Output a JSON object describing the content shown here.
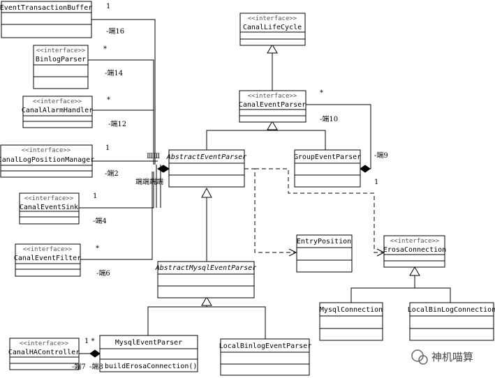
{
  "classes": {
    "event_transaction_buffer": {
      "name": "EventTransactionBuffer"
    },
    "binlog_parser": {
      "stereotype": "<<interface>>",
      "name": "BinlogParser"
    },
    "canal_alarm_handler": {
      "stereotype": "<<interface>>",
      "name": "CanalAlarmHandler"
    },
    "canal_log_position_manager": {
      "stereotype": "<<interface>>",
      "name": "CanalLogPositionManager"
    },
    "canal_event_sink": {
      "stereotype": "<<interface>>",
      "name": "CanalEventSink"
    },
    "canal_event_filter": {
      "stereotype": "<<interface>>",
      "name": "CanalEventFilter"
    },
    "canal_life_cycle": {
      "stereotype": "<<interface>>",
      "name": "CanalLifeCycle"
    },
    "canal_event_parser": {
      "stereotype": "<<interface>>",
      "name": "CanalEventParser"
    },
    "abstract_event_parser": {
      "name": "AbstractEventParser"
    },
    "group_event_parser": {
      "name": "GroupEventParser"
    },
    "entry_position": {
      "name": "EntryPosition"
    },
    "erosa_connection": {
      "stereotype": "<<interface>>",
      "name": "ErosaConnection"
    },
    "abstract_mysql_event_parser": {
      "name": "AbstractMysqlEventParser"
    },
    "mysql_connection": {
      "name": "MysqlConnection"
    },
    "local_binlog_connection": {
      "name": "LocalBinLogConnection"
    },
    "canal_ha_controller": {
      "stereotype": "<<interface>>",
      "name": "CanalHAController"
    },
    "mysql_event_parser": {
      "name": "MysqlEventParser",
      "operation": "buildErosaConnection()"
    },
    "local_binlog_event_parser": {
      "name": "LocalBinlogEventParser"
    }
  },
  "labels": {
    "m_buffer": "1",
    "r_buffer": "-端16",
    "m_binlog": "*",
    "r_binlog": "-端14",
    "m_alarm": "*",
    "r_alarm": "-端12",
    "m_logpos": "1",
    "r_logpos": "-端2",
    "m_sink": "1",
    "r_sink": "-端4",
    "m_filter": "*",
    "r_filter": "-端6",
    "m_group_star": "*",
    "r_group_10": "-端10",
    "r_group_9": "-端9",
    "m_group_one": "1",
    "m_ha": "1 *",
    "r_ha": "-端7",
    "r_ha2": "-端8",
    "hub_ticks": "ⅢⅢ",
    "hub_jumble": "端端端端"
  },
  "watermark": "神机喵算"
}
